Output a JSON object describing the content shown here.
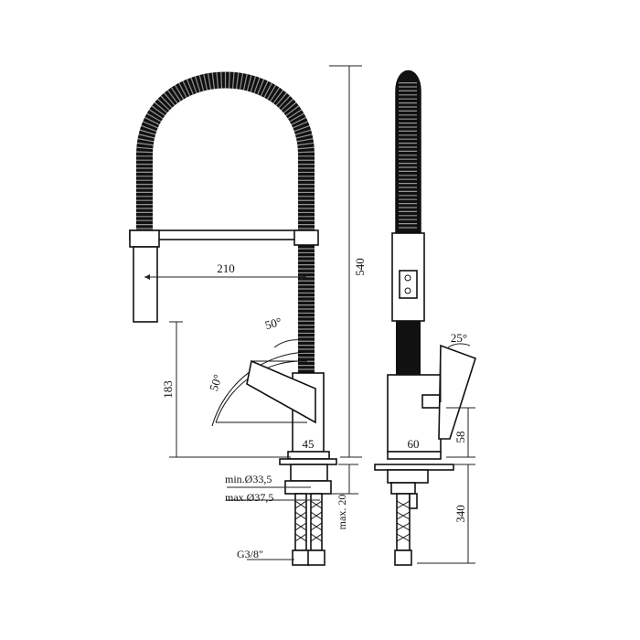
{
  "drawing": {
    "dimensions": {
      "total_height": "540",
      "spout_reach": "210",
      "spout_height": "183",
      "body_width_front": "45",
      "body_width_side": "60",
      "base_height": "58",
      "hose_length": "340",
      "min_hole": "min.Ø33,5",
      "max_hole": "max.Ø37,5",
      "max_deck": "max. 20",
      "connection": "G3/8\""
    },
    "angles": {
      "swivel_upper": "50°",
      "swivel_left": "50°",
      "lever": "25°"
    }
  }
}
